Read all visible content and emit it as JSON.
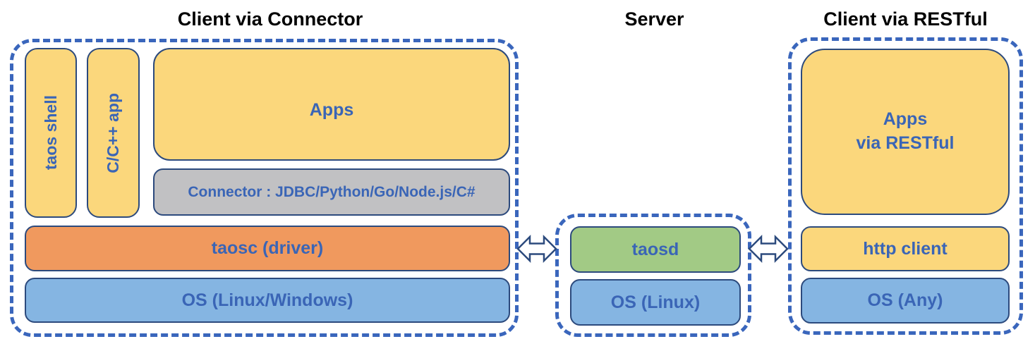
{
  "titles": {
    "connector_client": "Client via Connector",
    "server": "Server",
    "restful_client": "Client via RESTful"
  },
  "connector_client": {
    "taos_shell": "taos shell",
    "cpp_app": "C/C++ app",
    "apps": "Apps",
    "connector": "Connector : JDBC/Python/Go/Node.js/C#",
    "taosc": "taosc (driver)",
    "os": "OS (Linux/Windows)"
  },
  "server": {
    "taosd": "taosd",
    "os": "OS (Linux)"
  },
  "restful_client": {
    "apps_line1": "Apps",
    "apps_line2": "via RESTful",
    "http_client": "http client",
    "os": "OS (Any)"
  },
  "icons": {
    "left_link": "double-arrow-icon",
    "right_link": "double-arrow-icon"
  },
  "colors": {
    "app_yellow": "#FBD77C",
    "driver_orange": "#F0995E",
    "os_blue": "#85B5E2",
    "server_green": "#A2CA85",
    "connector_gray": "#C1C1C3",
    "label_blue": "#3A65B6",
    "box_border_navy": "#2C4A7D",
    "dashed_border_blue": "#3A66BC",
    "title_black": "#000000"
  }
}
